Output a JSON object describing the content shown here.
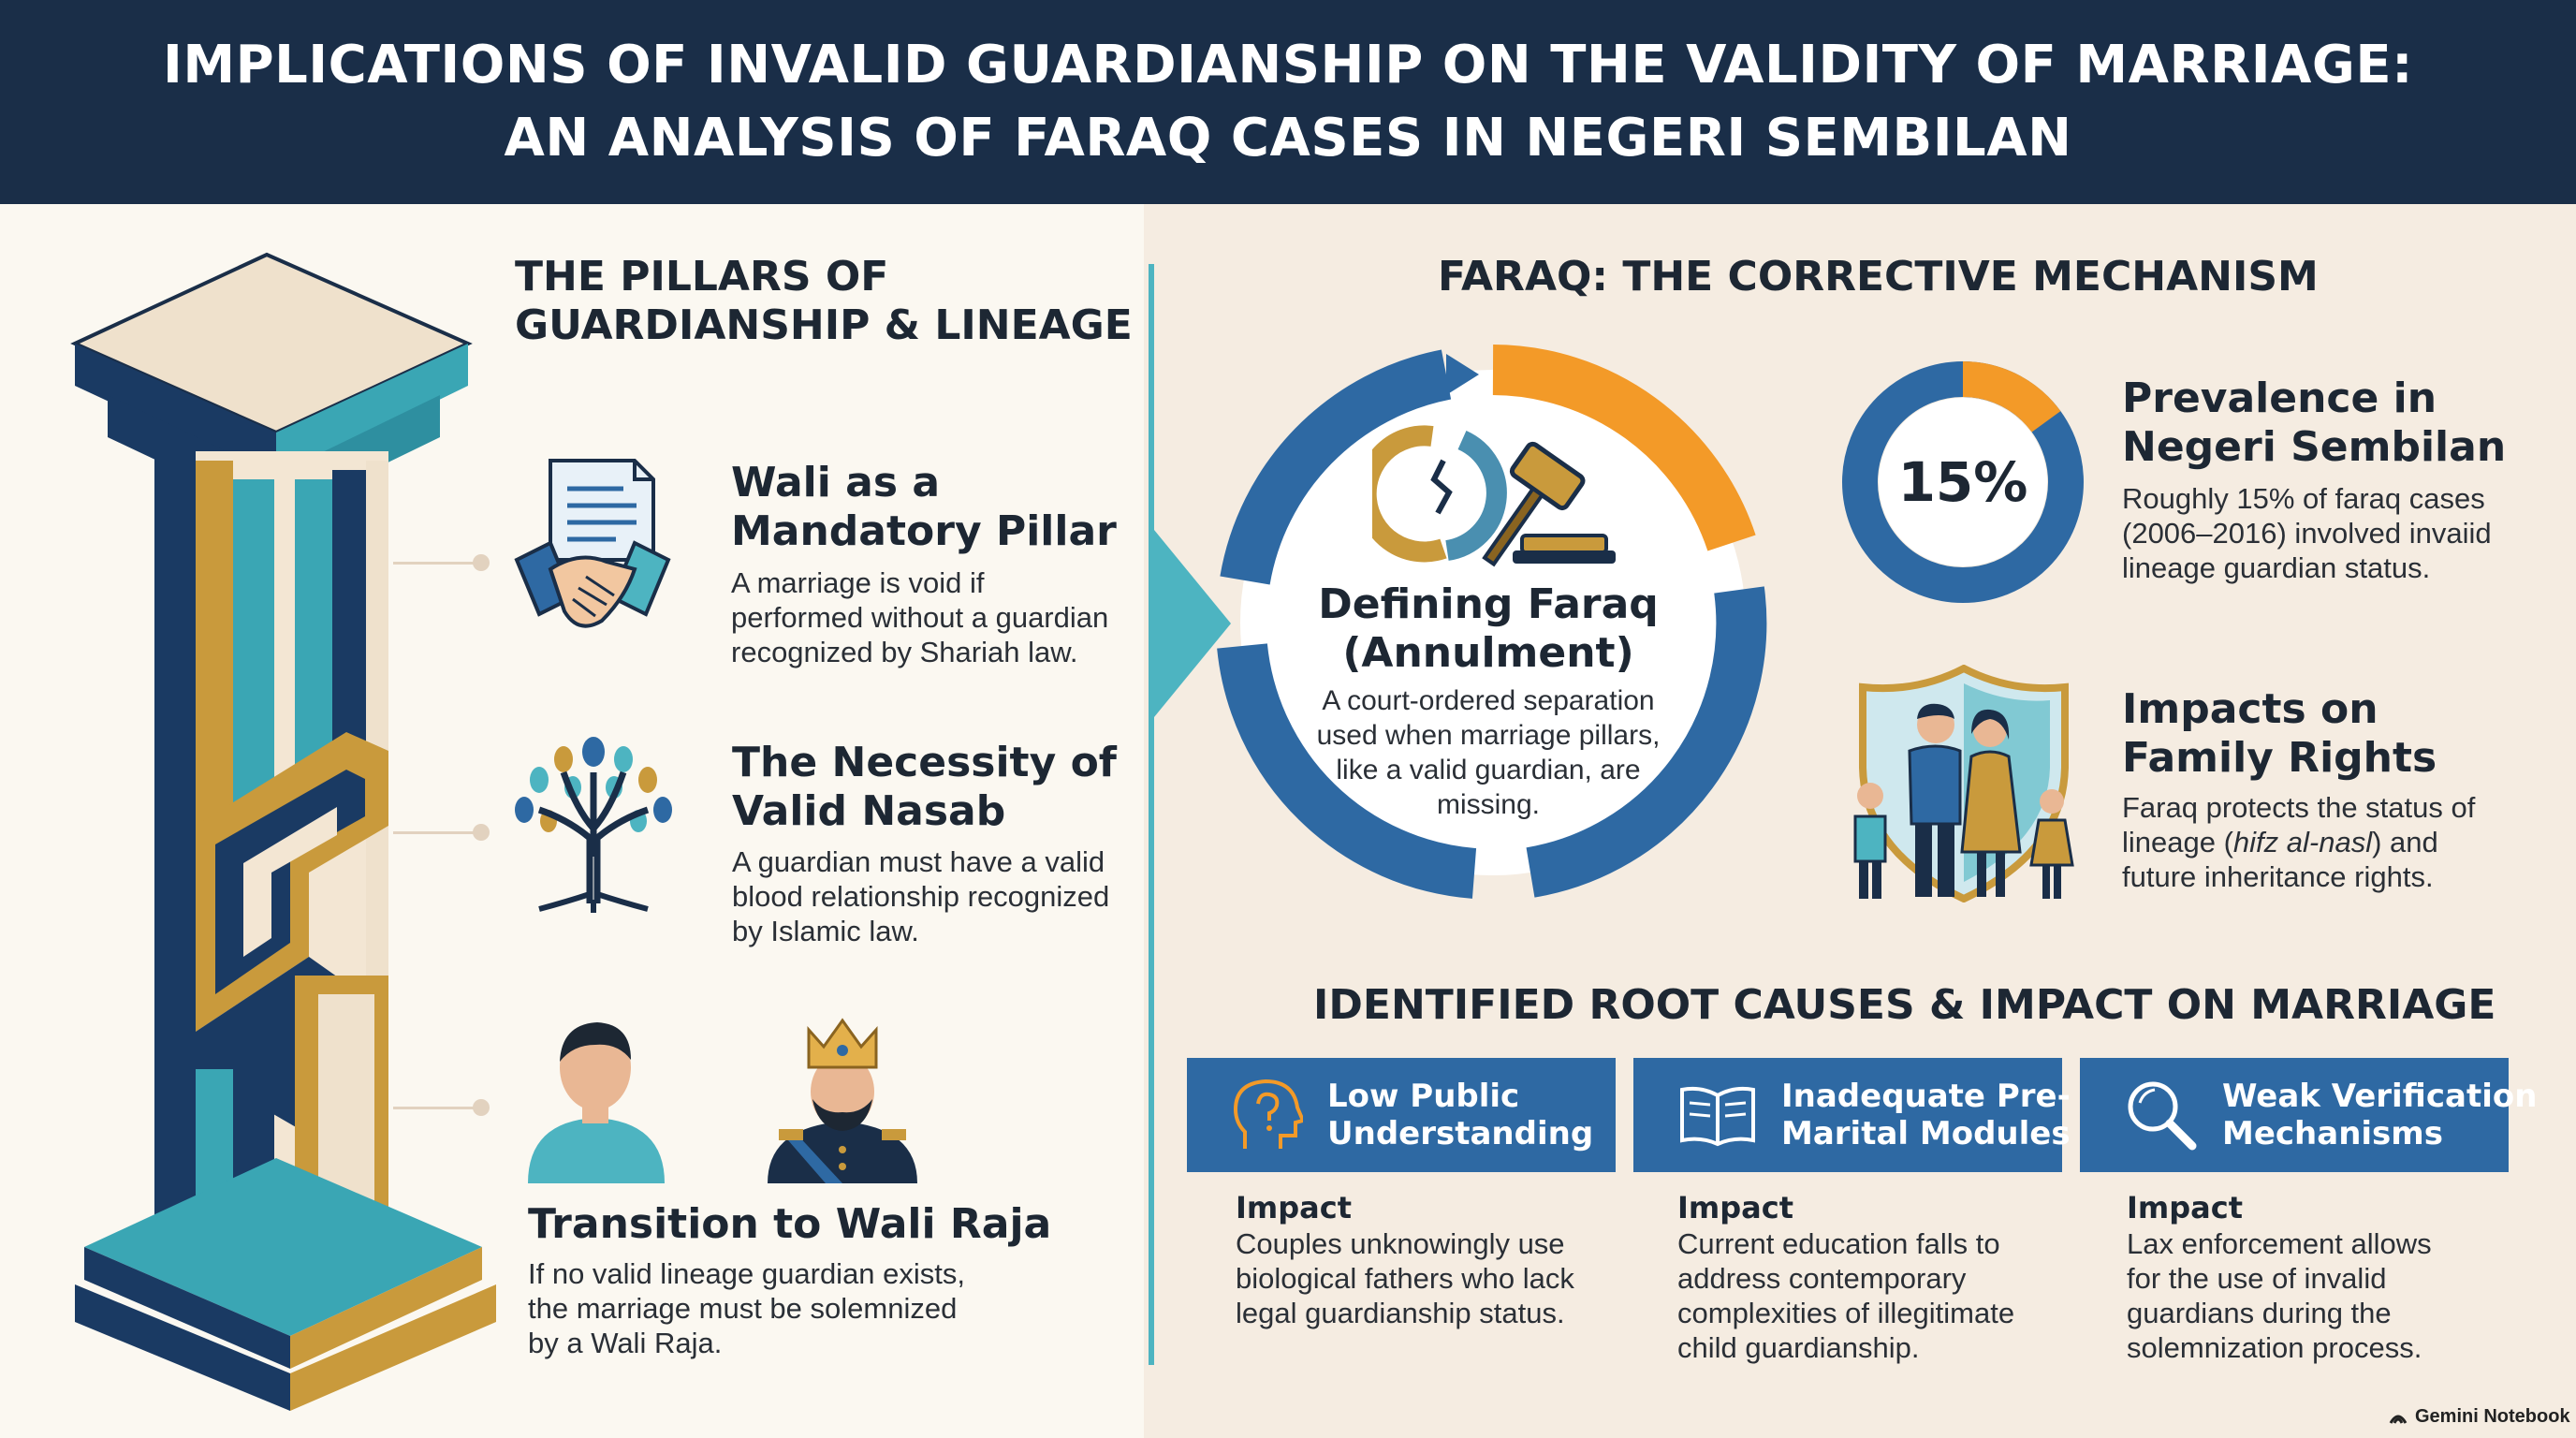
{
  "header": {
    "title_line1": "IMPLICATIONS OF INVALID GUARDIANSHIP ON THE VALIDITY OF MARRIAGE:",
    "title_line2": "AN ANALYSIS OF FARAQ CASES IN NEGERI SEMBILAN"
  },
  "pillars": {
    "title_line1": "THE PILLARS OF",
    "title_line2": "GUARDIANSHIP & LINEAGE",
    "items": [
      {
        "icon": "handshake-document-icon",
        "title_line1": "Wali as a",
        "title_line2": "Mandatory Pillar",
        "text_lines": [
          "A marriage is void if",
          "performed without a guardian",
          "recognized by Shariah law."
        ]
      },
      {
        "icon": "family-tree-icon",
        "title_line1": "The Necessity of",
        "title_line2": "Valid Nasab",
        "text_lines": [
          "A guardian must have a valid",
          "blood relationship recognized",
          "by Islamic law."
        ]
      },
      {
        "icon": "person-and-king-icon",
        "title": "Transition to Wali Raja",
        "text_lines": [
          "If no valid lineage guardian exists,",
          "the marriage must be solemnized",
          "by a Wali Raja."
        ]
      }
    ]
  },
  "faraq": {
    "title": "FARAQ: THE CORRECTIVE MECHANISM",
    "defining": {
      "title_line1": "Defining Faraq",
      "title_line2": "(Annulment)",
      "text_lines": [
        "A court-ordered separation",
        "used when marriage pillars,",
        "like a valid guardian, are",
        "missing."
      ]
    },
    "prevalence": {
      "percent_label": "15%",
      "percent_value": 15,
      "title_line1": "Prevalence in",
      "title_line2": "Negeri Sembilan",
      "text_lines": [
        "Roughly 15% of faraq cases",
        "(2006–2016) involved invaiid",
        "lineage guardian status."
      ]
    },
    "impacts": {
      "title_line1": "Impacts on",
      "title_line2": "Family Rights",
      "text_line1": "Faraq protects the status of",
      "text_line2_pre": "lineage (",
      "text_line2_em": "hifz al-nasl",
      "text_line2_post": ") and",
      "text_line3": "future inheritance rights."
    }
  },
  "root_causes": {
    "title": "IDENTIFIED ROOT CAUSES & IMPACT ON MARRIAGE",
    "items": [
      {
        "icon": "head-question-icon",
        "label_lines": [
          "Low Public",
          "Understanding"
        ],
        "impact_heading": "Impact",
        "impact_lines": [
          "Couples unknowingly use",
          "biological fathers who lack",
          "legal guardianship status."
        ]
      },
      {
        "icon": "open-book-icon",
        "label_lines": [
          "Inadequate Pre-",
          "Marital Modules"
        ],
        "impact_heading": "Impact",
        "impact_lines": [
          "Current education falls to",
          "address contemporary",
          "complexities of illegitimate",
          "child guardianship."
        ]
      },
      {
        "icon": "magnifier-icon",
        "label_lines": [
          "Weak Verification",
          "Mechanisms"
        ],
        "impact_heading": "Impact",
        "impact_lines": [
          "Lax enforcement allows",
          "for the use of invalid",
          "guardians during the",
          "solemnization process."
        ]
      }
    ]
  },
  "watermark": "Gemini Notebook",
  "colors": {
    "navy": "#1a2e48",
    "blue": "#2e69a3",
    "teal": "#4db4c1",
    "orange": "#f39a28",
    "gold": "#c99a3c",
    "cream": "#efe1cc"
  }
}
